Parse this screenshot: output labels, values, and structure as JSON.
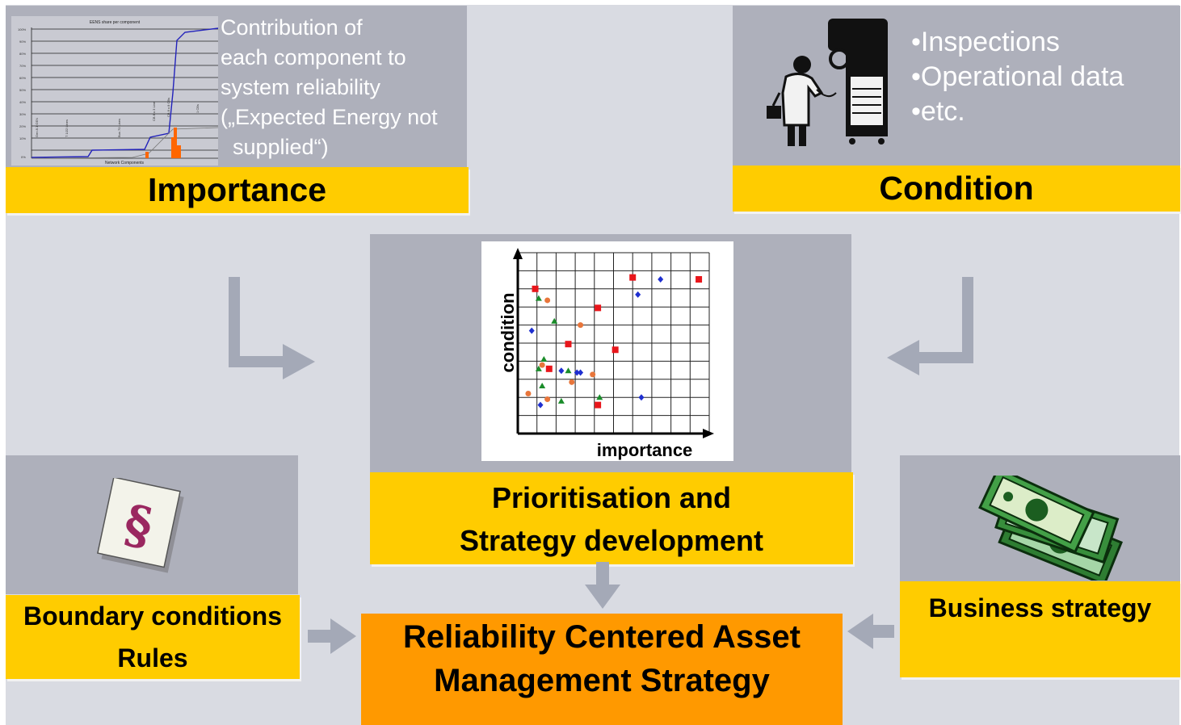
{
  "importance": {
    "title": "Importance",
    "description": [
      "Contribution of",
      "each component to",
      "system reliability",
      "(„Expected Energy not",
      "supplied“)"
    ],
    "chart_title": "EENS share per component",
    "chart_xlabel": "Network Components"
  },
  "condition": {
    "title": "Condition",
    "bullets": [
      "•Inspections",
      "•Operational data",
      "•etc."
    ]
  },
  "prioritisation": {
    "title_lines": [
      "Prioritisation and",
      "Strategy development"
    ],
    "chart_data": {
      "type": "scatter",
      "xlabel": "importance",
      "ylabel": "condition",
      "grid": true,
      "series": [
        {
          "marker": "square",
          "color": "#e8161b",
          "points": [
            [
              1,
              7.6
            ],
            [
              6.6,
              8.2
            ],
            [
              10.4,
              8.1
            ],
            [
              4.6,
              6.6
            ],
            [
              2.9,
              4.7
            ],
            [
              5.6,
              4.4
            ],
            [
              1.8,
              3.4
            ],
            [
              4.6,
              1.5
            ]
          ]
        },
        {
          "marker": "diamond",
          "color": "#1f2fd0",
          "points": [
            [
              8.2,
              8.1
            ],
            [
              6.9,
              7.3
            ],
            [
              0.8,
              5.4
            ],
            [
              2.5,
              3.3
            ],
            [
              3.4,
              3.2
            ],
            [
              3.6,
              3.2
            ],
            [
              1.3,
              1.5
            ],
            [
              7.1,
              1.9
            ]
          ]
        },
        {
          "marker": "circle",
          "color": "#e8763b",
          "points": [
            [
              1.7,
              7.0
            ],
            [
              3.6,
              5.7
            ],
            [
              1.4,
              3.6
            ],
            [
              3.1,
              2.7
            ],
            [
              4.3,
              3.1
            ],
            [
              0.6,
              2.1
            ],
            [
              1.7,
              1.8
            ]
          ]
        },
        {
          "marker": "triangle",
          "color": "#1a8c2a",
          "points": [
            [
              1.2,
              7.1
            ],
            [
              2.1,
              5.9
            ],
            [
              1.5,
              3.9
            ],
            [
              1.2,
              3.4
            ],
            [
              2.9,
              3.3
            ],
            [
              1.4,
              2.5
            ],
            [
              2.5,
              1.7
            ],
            [
              4.7,
              1.9
            ]
          ]
        }
      ]
    }
  },
  "boundary": {
    "lines": [
      "Boundary conditions",
      "Rules"
    ],
    "icon": "paragraph-sign"
  },
  "business": {
    "title": "Business strategy",
    "icon": "money"
  },
  "rcam": {
    "lines": [
      "Reliability Centered Asset",
      "Management Strategy"
    ]
  },
  "colors": {
    "yellow": "#ffcc00",
    "orange": "#ff9900",
    "box_gray": "#aeb0bb",
    "background": "#d9dbe2",
    "arrow": "#a4a9b7"
  }
}
